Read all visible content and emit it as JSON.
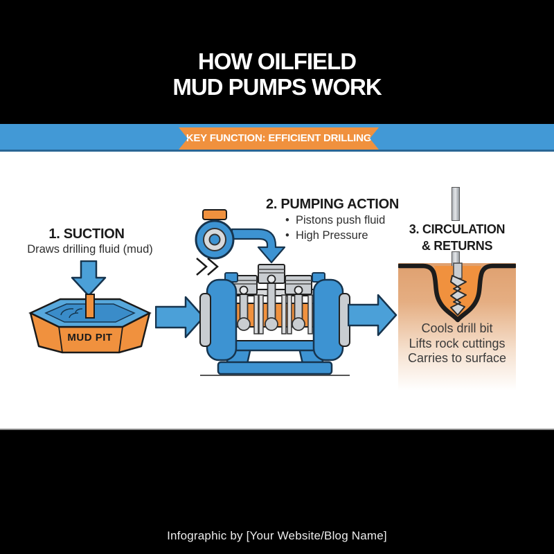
{
  "title": {
    "line1": "HOW OILFIELD",
    "line2": "MUD PUMPS WORK"
  },
  "banner": {
    "label": "KEY FUNCTION: EFFICIENT DRILLING"
  },
  "steps": {
    "suction": {
      "heading": "1. SUCTION",
      "description": "Draws drilling fluid (mud)",
      "pit_label": "MUD PIT"
    },
    "pumping": {
      "heading": "2. PUMPING ACTION",
      "bullets": [
        "Pistons push fluid",
        "High Pressure"
      ]
    },
    "circulation": {
      "heading_line1": "3. CIRCULATION",
      "heading_line2": "& RETURNS",
      "notes": [
        "Cools drill bit",
        "Lifts rock cuttings",
        "Carries to surface"
      ]
    }
  },
  "footer": {
    "credit": "Infographic by [Your Website/Blog Name]"
  },
  "colors": {
    "background": "#000000",
    "blue_band": "#4299D6",
    "accent_blue": "#3D93D2",
    "arrow_blue": "#4BA0D8",
    "accent_orange": "#F0913E",
    "metal_gray": "#C9CDD1",
    "panel_white": "#FFFFFF"
  }
}
